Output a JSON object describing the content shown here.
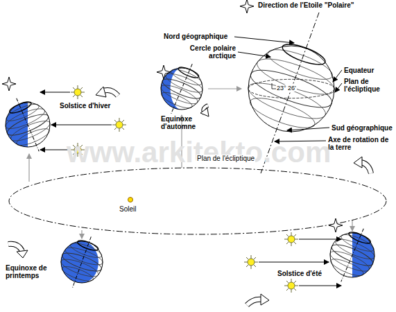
{
  "diagram": {
    "labels": [
      "Direction de l'Etoile \"Polaire\"",
      "Nord géographique",
      "Cercle polaire arctique",
      "Equateur",
      "Plan de l'écliptique",
      "23° 26'",
      "Sud géographique",
      "Axe de rotation de la terre",
      "Solstice d'hiver",
      "Equinoxe d'automne",
      "www.arkitekto.com",
      "Plan de l'écliptique",
      "Soleil",
      "Equinoxe de printemps",
      "Solstice d'été"
    ]
  }
}
